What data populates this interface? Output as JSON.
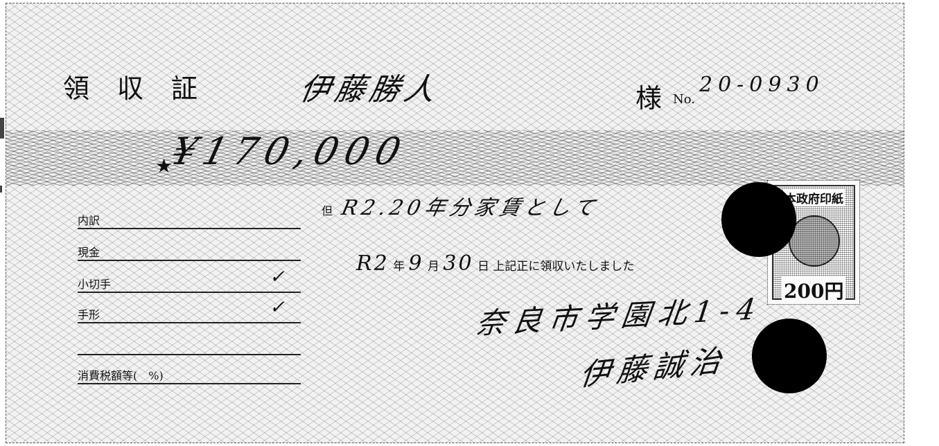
{
  "receipt": {
    "title": "領収証",
    "payee": "伊藤勝人",
    "honorific": "様",
    "number_label": "No.",
    "number_value": "20-0930",
    "amount_prefix": "★",
    "amount": "¥170,000",
    "details": {
      "heading": "内訳",
      "cash_label": "現金",
      "check_label": "小切手",
      "check_mark": "✓",
      "bill_label": "手形",
      "bill_mark": "✓",
      "tax_label": "消費税額等(　%)"
    },
    "purpose_label": "但",
    "purpose_value": "R2.20年分家賃として",
    "date": {
      "era_year": "R2",
      "year_label": "年",
      "month": "9",
      "month_label": "月",
      "day": "30",
      "day_label": "日",
      "statement": "上記正に領収いたしました"
    },
    "issuer_address": "奈良市学園北1-4",
    "issuer_name": "伊藤誠治",
    "revenue_stamp": {
      "top_text": "本政府印紙",
      "value": "200円"
    }
  },
  "colors": {
    "paper": "#f2f2f2",
    "ink": "#111111",
    "redaction": "#000000"
  }
}
